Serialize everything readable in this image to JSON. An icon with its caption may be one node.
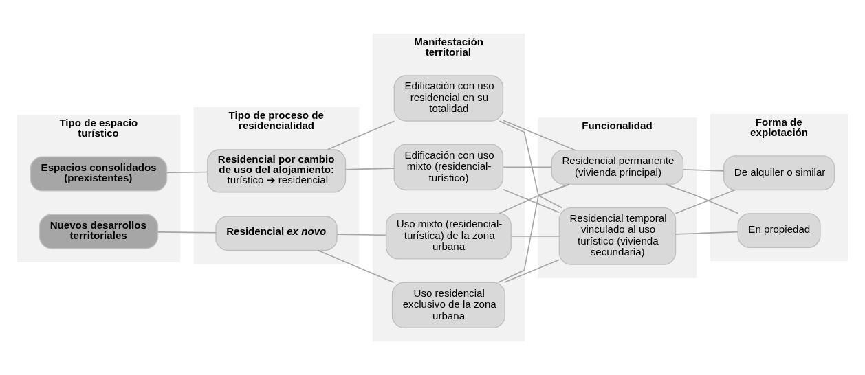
{
  "diagram": {
    "nodes": [
      {
        "text": [
          "Tipo de espacio turístico"
        ]
      },
      {
        "text": [
          "Tipo de proceso de residencialidad"
        ]
      },
      {
        "text": [
          "Manifestación territorial"
        ]
      },
      {
        "text": [
          "Funcionalidad"
        ]
      },
      {
        "text": [
          "Forma de explotación"
        ]
      },
      {
        "text": [
          "Espacios consolidados (prexistentes)"
        ],
        "in": 0
      },
      {
        "text": [
          "Nuevos desarrollos territoriales"
        ],
        "in": 0
      },
      {
        "text": [
          "Residencial por cambio de uso del alojamiento:",
          "turístico ➔ residencial"
        ],
        "in": 1
      },
      {
        "text": [
          "Residencial *ex novo*"
        ],
        "in": 1
      },
      {
        "text": [
          "Edificación con uso residencial en su totalidad"
        ],
        "in": 2
      },
      {
        "text": [
          "Edificación con uso mixto (residencial-turístico)"
        ],
        "in": 2
      },
      {
        "text": [
          "Uso mixto (residencial-turística) de la zona urbana"
        ],
        "in": 2
      },
      {
        "text": [
          "Uso residencial exclusivo de la zona urbana"
        ],
        "in": 2
      },
      {
        "text": [
          "Residencial permanente (vivienda principal)"
        ],
        "in": 3
      },
      {
        "text": [
          "Residencial temporal vinculado al uso turístico (vivienda secundaria)"
        ],
        "in": 3
      },
      {
        "text": [
          "De alquiler o similar"
        ],
        "in": 4
      },
      {
        "text": [
          "En propiedad"
        ],
        "in": 4
      }
    ],
    "edges": [
      {
        "from": 5,
        "to": 7,
        "arrow": "none"
      },
      {
        "from": 6,
        "to": 8,
        "arrow": "none"
      },
      {
        "from": 7,
        "to": 9,
        "arrow": "none"
      },
      {
        "from": 7,
        "to": 10,
        "arrow": "none"
      },
      {
        "from": 8,
        "to": 11,
        "arrow": "none"
      },
      {
        "from": 8,
        "to": 12,
        "arrow": "none"
      },
      {
        "from": 9,
        "to": 13,
        "arrow": "none"
      },
      {
        "from": 9,
        "to": 14,
        "arrow": "none"
      },
      {
        "from": 10,
        "to": 13,
        "arrow": "none"
      },
      {
        "from": 10,
        "to": 14,
        "arrow": "none"
      },
      {
        "from": 11,
        "to": 13,
        "arrow": "none"
      },
      {
        "from": 11,
        "to": 14,
        "arrow": "none"
      },
      {
        "from": 12,
        "to": 13,
        "arrow": "none"
      },
      {
        "from": 12,
        "to": 14,
        "arrow": "none"
      },
      {
        "from": 13,
        "to": 15,
        "arrow": "none"
      },
      {
        "from": 13,
        "to": 16,
        "arrow": "none"
      },
      {
        "from": 14,
        "to": 15,
        "arrow": "none"
      },
      {
        "from": 14,
        "to": 16,
        "arrow": "none"
      }
    ]
  }
}
